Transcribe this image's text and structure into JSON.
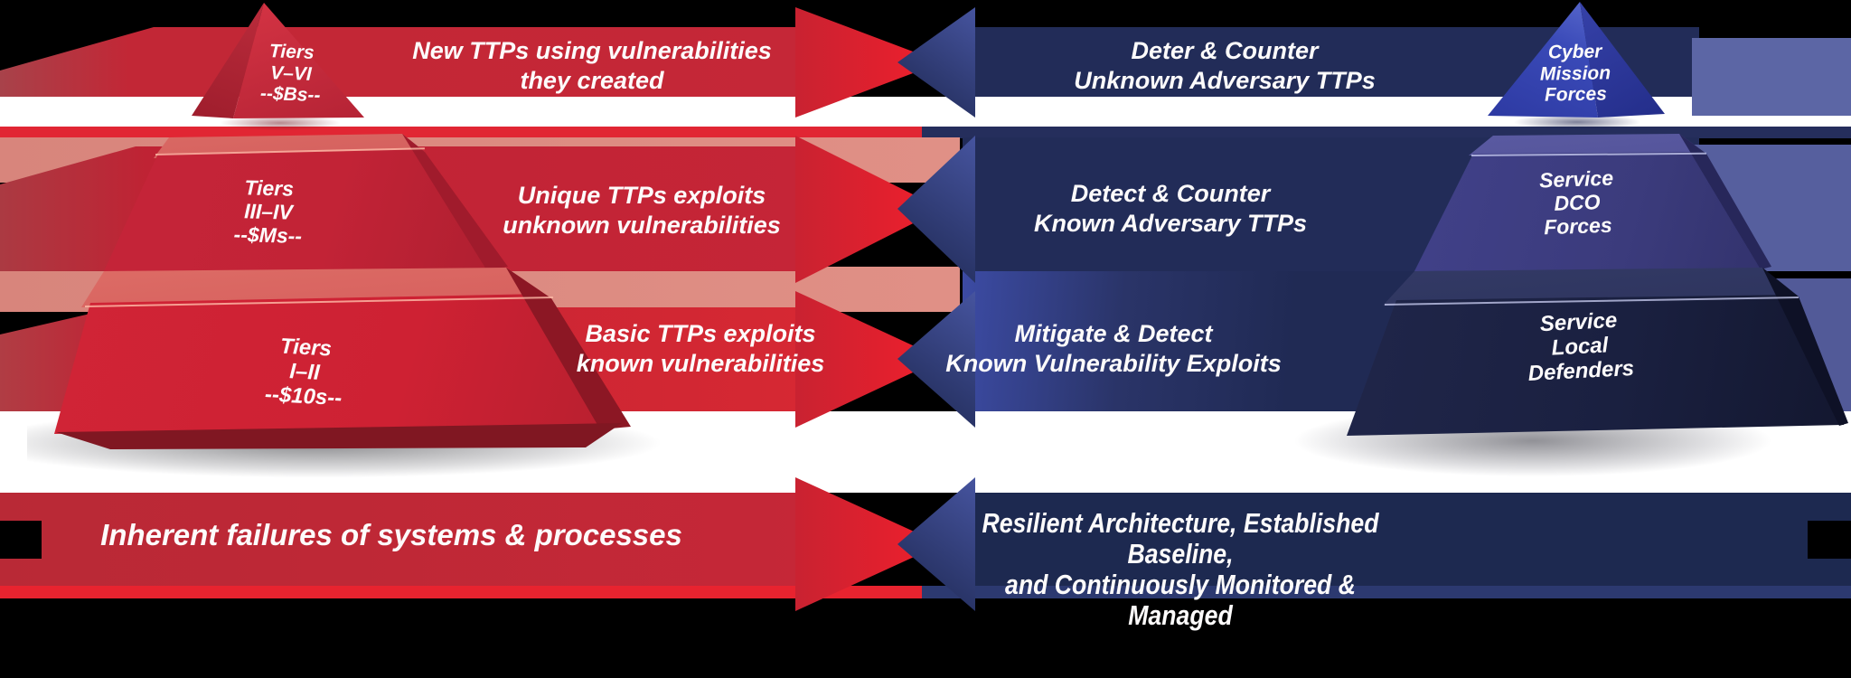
{
  "title": "Adversary tiers vs cyber defense forces diagram",
  "rows": [
    {
      "red_text": "New TTPs using vulnerabilities\nthey created",
      "blue_text": "Deter & Counter\nUnknown Adversary TTPs"
    },
    {
      "red_text": "Unique TTPs exploits\nunknown vulnerabilities",
      "blue_text": "Detect & Counter\nKnown Adversary TTPs"
    },
    {
      "red_text": "Basic TTPs exploits\nknown vulnerabilities",
      "blue_text": "Mitigate & Detect\nKnown Vulnerability Exploits"
    }
  ],
  "bottom": {
    "red_text": "Inherent failures of systems & processes",
    "blue_text": "Resilient Architecture, Established Baseline,\nand Continuously Monitored & Managed"
  },
  "left_pyramid": {
    "tiers": [
      {
        "label": "Tiers\nV–VI\n--$Bs--"
      },
      {
        "label": "Tiers\nIII–IV\n--$Ms--"
      },
      {
        "label": "Tiers\nI–II\n--$10s--"
      }
    ]
  },
  "right_pyramid": {
    "tiers": [
      {
        "label": "Cyber\nMission\nForces"
      },
      {
        "label": "Service\nDCO\nForces"
      },
      {
        "label": "Service\nLocal\nDefenders"
      }
    ]
  },
  "colors": {
    "red_band": "#c22536",
    "red_bright": "#e8232f",
    "salmon_stripe": "#d8857c",
    "navy_band": "#1f2a52",
    "slate_band": "#5c66a5",
    "royal_blue_pyramid": "#3547b0",
    "indigo_pyramid": "#3d3d80",
    "dark_navy_pyramid": "#1b2144",
    "text": "#ffffff"
  }
}
